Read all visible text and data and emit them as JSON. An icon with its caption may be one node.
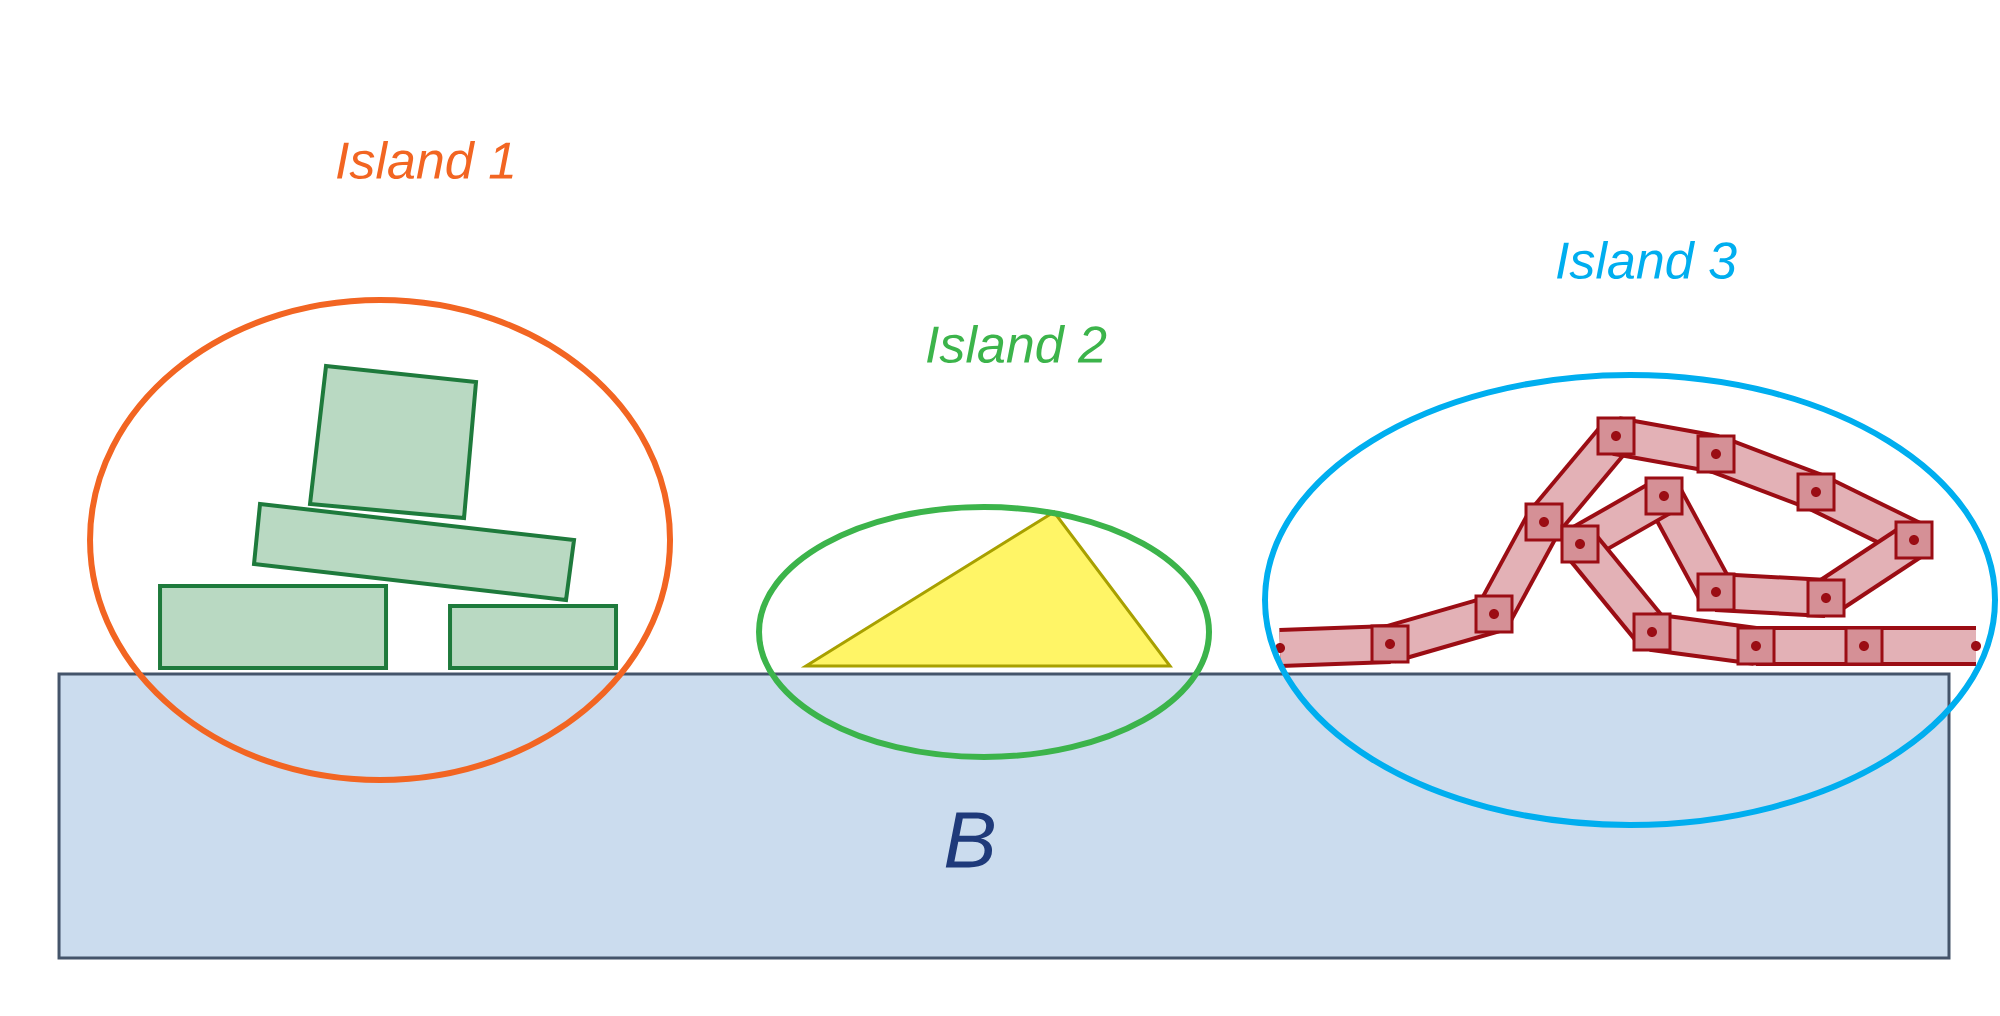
{
  "diagram": {
    "nodes": [
      {
        "text": [
          "Island 1"
        ]
      },
      {
        "text": [
          "Island 2"
        ]
      },
      {
        "text": [
          "Island 3"
        ]
      },
      {
        "text": [
          "B"
        ]
      }
    ]
  }
}
